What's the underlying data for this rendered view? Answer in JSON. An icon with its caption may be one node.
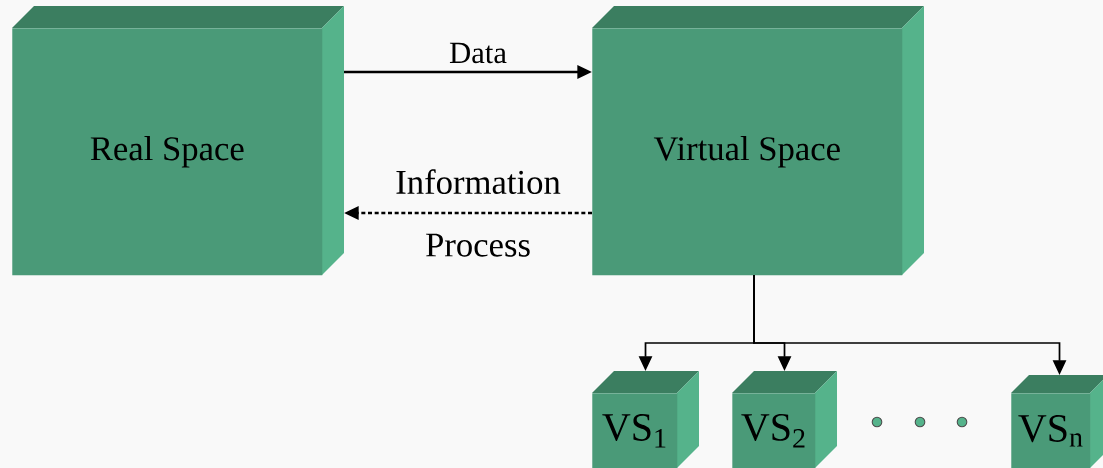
{
  "diagram": {
    "nodes": [
      {
        "text": [
          "Real Space"
        ]
      },
      {
        "text": [
          "Virtual Space"
        ]
      },
      {
        "text": [
          "VS$_{1}$"
        ]
      },
      {
        "text": [
          "VS$_{2}$"
        ]
      },
      {
        "text": [
          "VS$_{n}$"
        ]
      }
    ],
    "edges": [
      {
        "from": 0,
        "to": 1,
        "arrow": "to",
        "label": "Data"
      },
      {
        "from": 1,
        "to": 0,
        "arrow": "to",
        "label": "Information Process",
        "style": "dashed"
      },
      {
        "from": 1,
        "to": 2,
        "arrow": "to"
      },
      {
        "from": 1,
        "to": 3,
        "arrow": "to"
      },
      {
        "from": 1,
        "to": 4,
        "arrow": "to"
      }
    ]
  }
}
